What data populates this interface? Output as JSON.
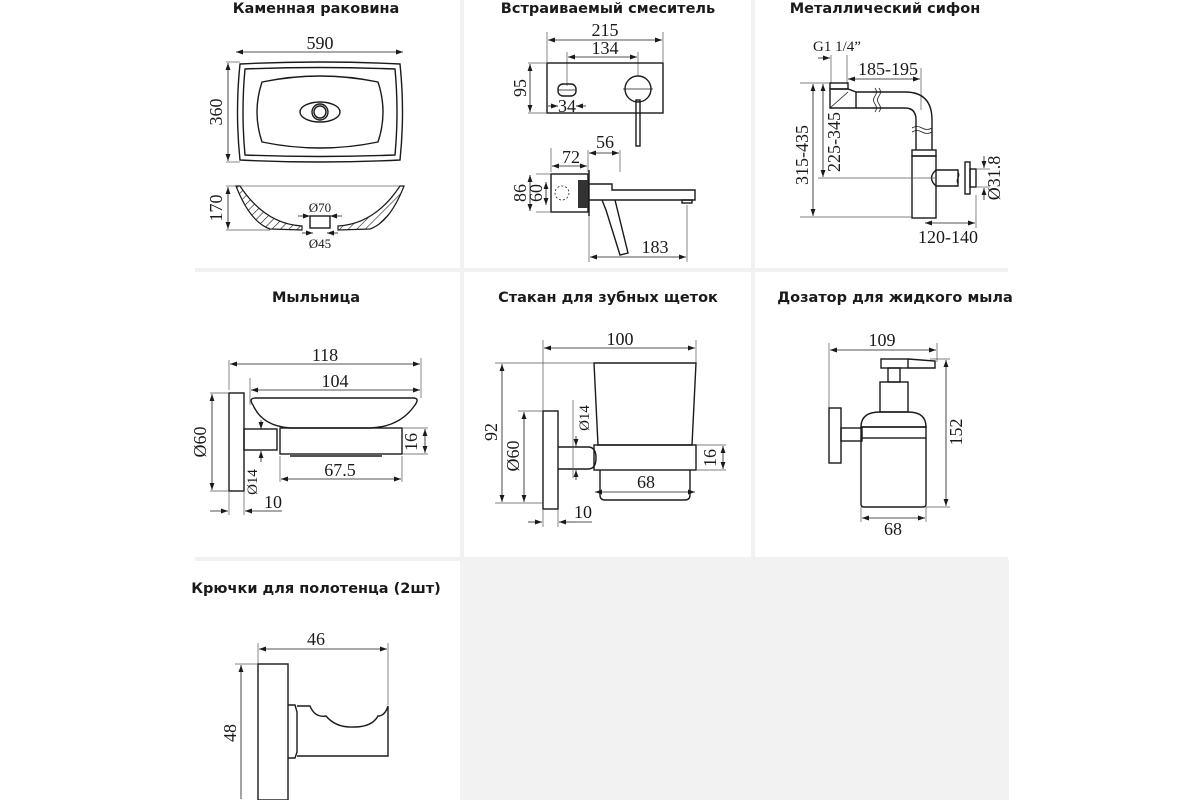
{
  "page": {
    "background": "#ffffff",
    "empty_cell_color": "#f2f2f2",
    "separator_color": "#f1f1f1",
    "line_color": "#1a1a1a"
  },
  "cards": [
    {
      "id": "sink",
      "title": "Каменная раковина",
      "dims": {
        "width": "590",
        "depth": "360",
        "height": "170",
        "outlet_outer": "Ø70",
        "outlet_inner": "Ø45"
      }
    },
    {
      "id": "mixer",
      "title": "Встраиваемый смеситель",
      "dims": {
        "plate_width": "215",
        "axis_distance": "134",
        "plate_height": "95",
        "knob": "34",
        "depth_body": "72",
        "depth_front": "56",
        "height_outer": "86",
        "height_inner": "60",
        "spout": "183"
      }
    },
    {
      "id": "siphon",
      "title": "Металлический сифон",
      "dims": {
        "thread": "G1 1/4”",
        "reach": "185-195",
        "height_total": "315-435",
        "height_outlet": "225-345",
        "outlet_diameter": "Ø31.8",
        "wall_distance": "120-140"
      }
    },
    {
      "id": "soap-dish",
      "title": "Мыльница",
      "dims": {
        "total": "118",
        "dish": "104",
        "base": "Ø60",
        "stem": "Ø14",
        "holder": "16",
        "tray": "67.5",
        "flange": "10"
      }
    },
    {
      "id": "toothbrush-glass",
      "title": "Стакан для зубных щеток",
      "dims": {
        "total": "100",
        "height": "92",
        "base": "Ø60",
        "stem": "Ø14",
        "holder": "16",
        "glass": "68",
        "flange": "10"
      }
    },
    {
      "id": "soap-dispenser",
      "title": "Дозатор для жидкого мыла",
      "dims": {
        "total": "109",
        "height": "152",
        "glass": "68"
      }
    },
    {
      "id": "towel-hooks",
      "title": "Крючки для полотенца (2шт)",
      "dims": {
        "depth": "46",
        "height": "48"
      }
    }
  ]
}
